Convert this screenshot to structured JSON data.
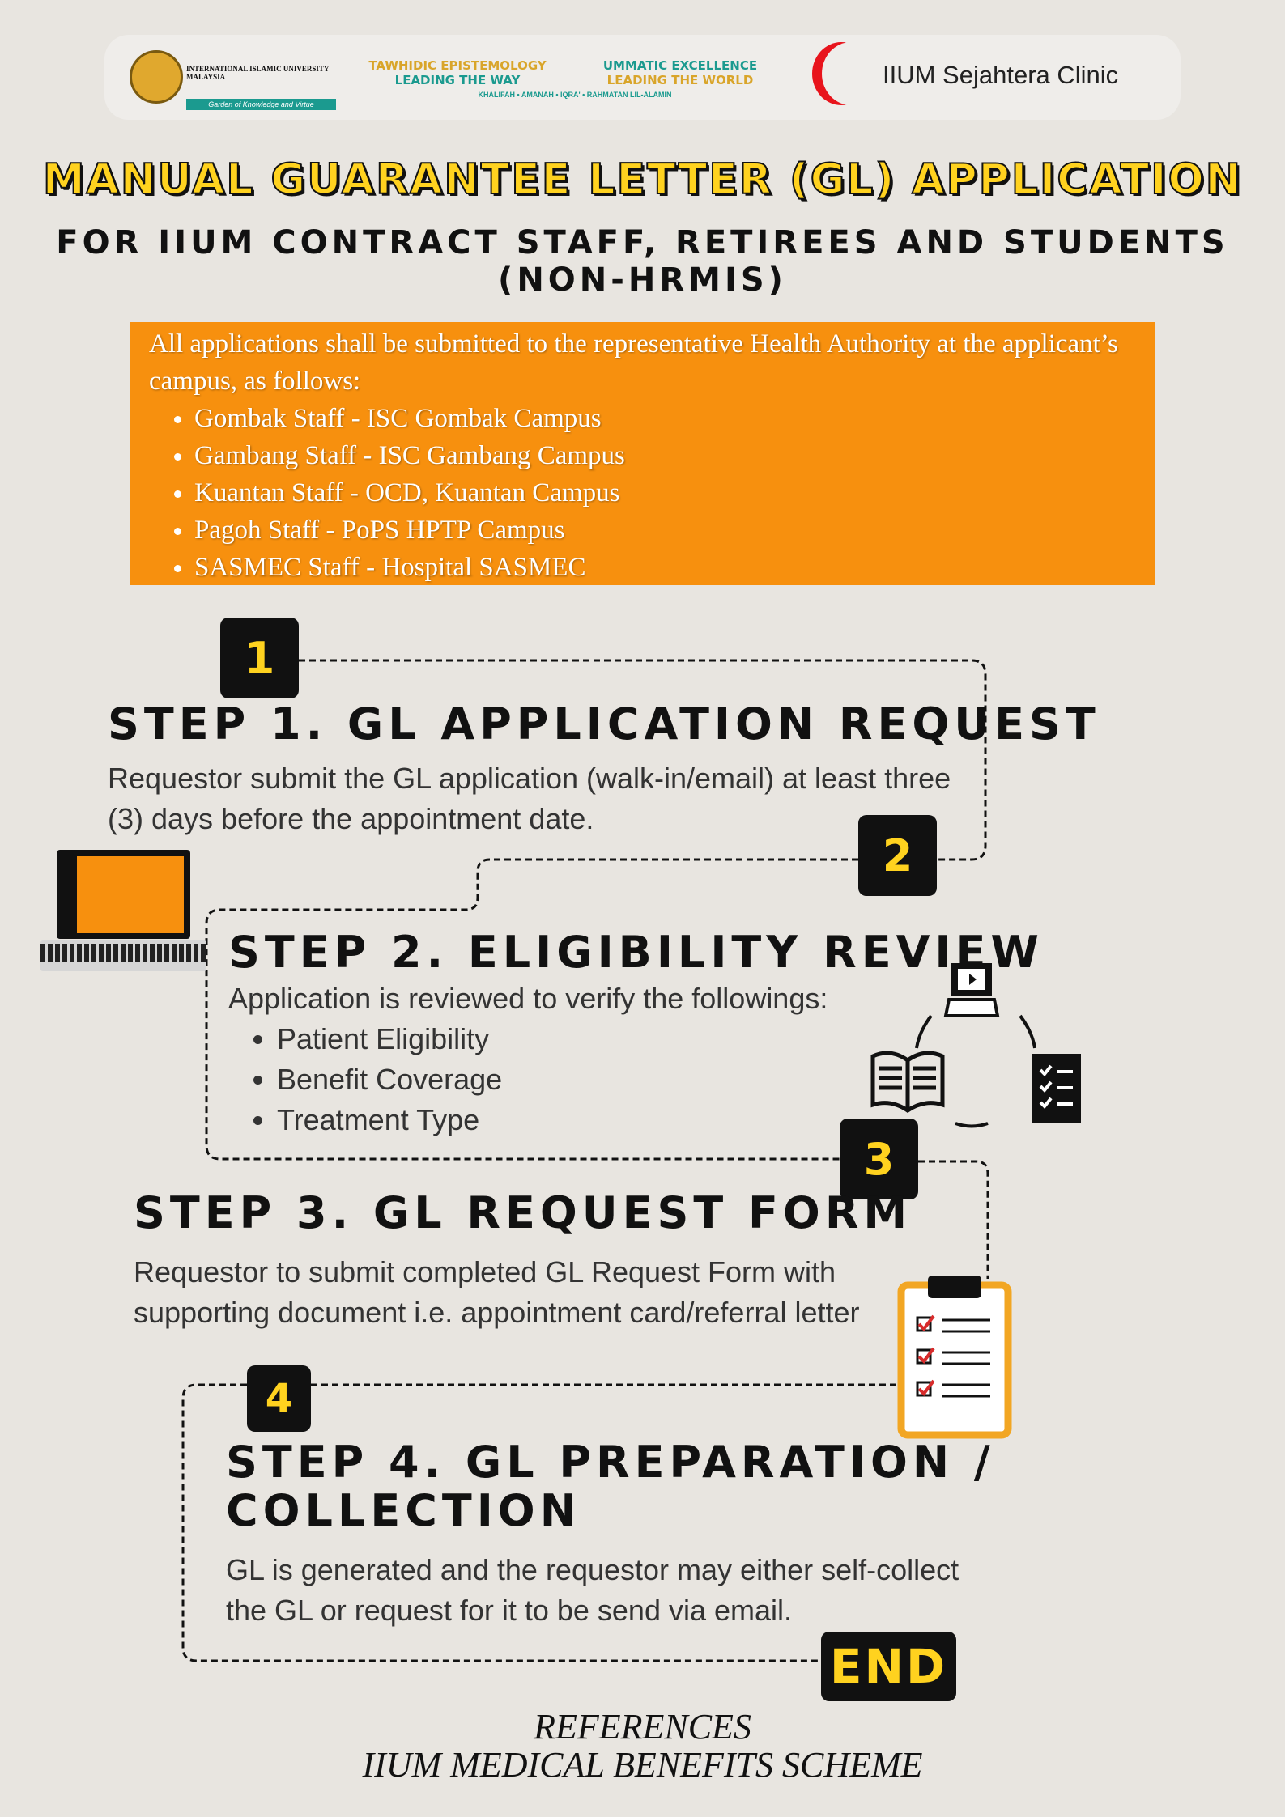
{
  "header": {
    "iium_logo_text": "INTERNATIONAL ISLAMIC UNIVERSITY MALAYSIA",
    "iium_tagline": "Garden of Knowledge and Virtue",
    "slogan1_line1": "TAWHIDIC EPISTEMOLOGY",
    "slogan1_line2": "LEADING THE WAY",
    "slogan2_line1": "UMMATIC EXCELLENCE",
    "slogan2_line2": "LEADING THE WORLD",
    "slogan_values": "KHALĪFAH • AMĀNAH • IQRA' • RAHMATAN LIL-ĀLAMĪN",
    "clinic_name": "IIUM Sejahtera Clinic"
  },
  "title": "MANUAL GUARANTEE LETTER (GL) APPLICATION",
  "subtitle_line1": "FOR IIUM CONTRACT STAFF, RETIREES AND STUDENTS",
  "subtitle_line2": "(NON-HRMIS)",
  "notice": {
    "intro": "All applications shall be submitted to the representative Health Authority at the applicant’s campus, as follows:",
    "items": [
      "Gombak Staff - ISC Gombak Campus",
      "Gambang Staff - ISC Gambang Campus",
      "Kuantan Staff - OCD, Kuantan Campus",
      "Pagoh Staff - PoPS HPTP Campus",
      "SASMEC Staff - Hospital SASMEC"
    ]
  },
  "steps": [
    {
      "badge": "1",
      "title": "STEP 1. GL APPLICATION REQUEST",
      "body": "Requestor submit the GL application (walk-in/email) at least three (3) days before the appointment date."
    },
    {
      "badge": "2",
      "title": "STEP 2. ELIGIBILITY REVIEW",
      "body": "Application is reviewed to verify the followings:",
      "items": [
        "Patient Eligibility",
        "Benefit Coverage",
        "Treatment Type"
      ]
    },
    {
      "badge": "3",
      "title": "STEP 3. GL REQUEST FORM",
      "body": "Requestor to submit completed GL Request Form with supporting document i.e. appointment card/referral letter"
    },
    {
      "badge": "4",
      "title_line1": "STEP 4. GL PREPARATION /",
      "title_line2": "COLLECTION",
      "body": "GL is generated and the requestor may either self-collect the GL or request for it to be send via email."
    }
  ],
  "end_label": "END",
  "references": {
    "heading": "REFERENCES",
    "source": "IIUM MEDICAL BENEFITS SCHEME"
  },
  "colors": {
    "orange": "#f7900e",
    "yellow": "#ffd21f",
    "black": "#111111",
    "background": "#e8e5e0",
    "clinic_red": "#e8141c"
  }
}
